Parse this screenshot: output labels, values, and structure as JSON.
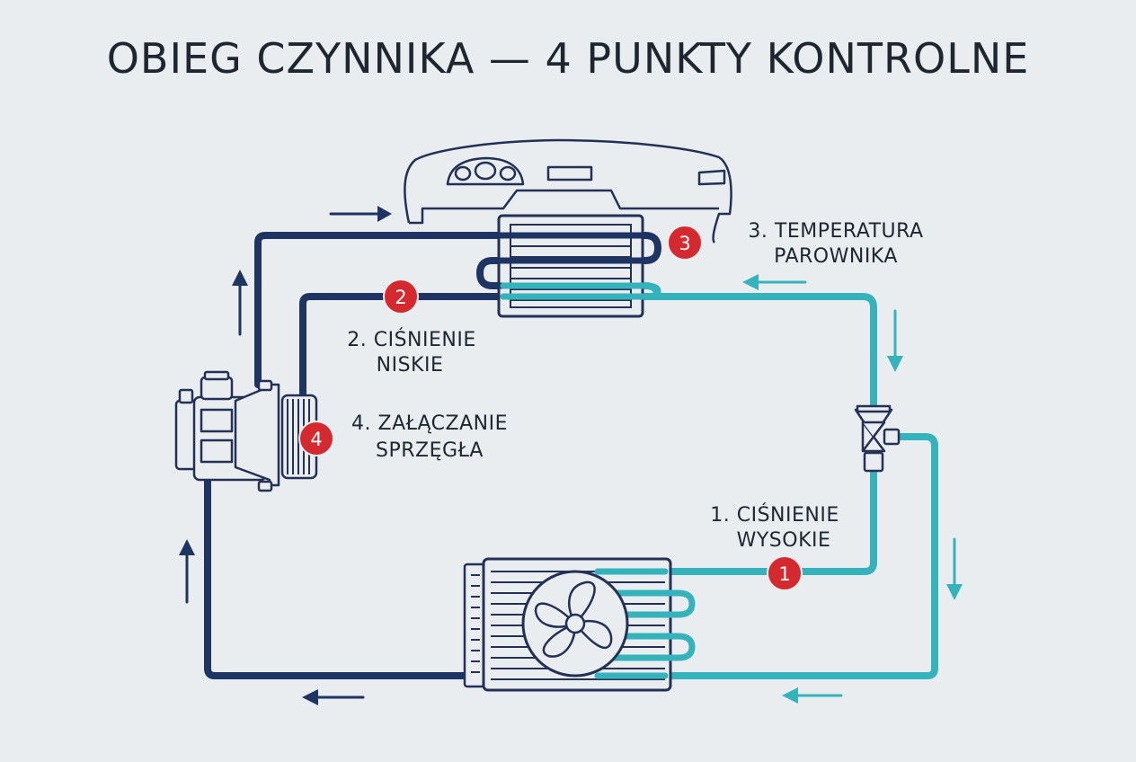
{
  "title": "OBIEG CZYNNIKA — 4 PUNKTY KONTROLNE",
  "colors": {
    "background": "#e9edf0",
    "high_side": "#1e3463",
    "low_side": "#35b3bd",
    "badge": "#d42a2f",
    "outline": "#243055"
  },
  "checkpoints": [
    {
      "number": "1",
      "line1": "1. CIŚNIENIE",
      "line2": "WYSOKIE"
    },
    {
      "number": "2",
      "line1": "2. CIŚNIENIE",
      "line2": "NISKIE"
    },
    {
      "number": "3",
      "line1": "3. TEMPERATURA",
      "line2": "PAROWNIKA"
    },
    {
      "number": "4",
      "line1": "4. ZAŁĄCZANIE",
      "line2": "SPRZĘGŁA"
    }
  ],
  "components": {
    "dashboard": "dashboard-icon",
    "evaporator": "evaporator-icon",
    "compressor": "compressor-icon",
    "condenser": "condenser-icon",
    "fan": "fan-icon",
    "expansion_valve": "expansion-valve-icon"
  }
}
